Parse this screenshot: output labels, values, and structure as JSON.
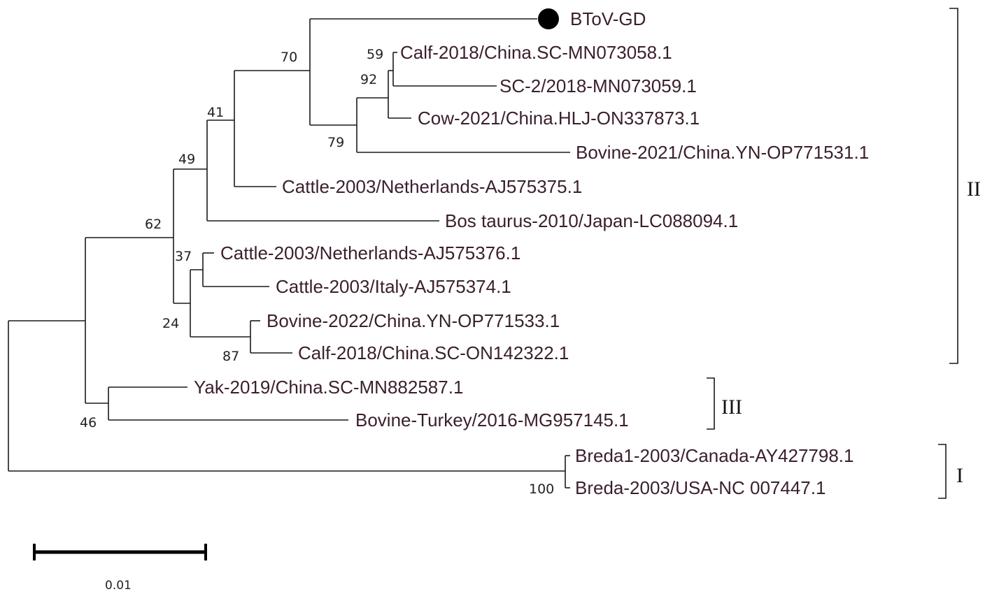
{
  "tree": {
    "line_color": "#1a1a1a",
    "label_color": "#3a1f2e",
    "marker_color": "#000000",
    "leaves": [
      {
        "id": "btov",
        "label": "BToV-GD",
        "marker": "filled-circle"
      },
      {
        "id": "calf1",
        "label": "Calf-2018/China.SC-MN073058.1"
      },
      {
        "id": "sc2",
        "label": "SC-2/2018-MN073059.1"
      },
      {
        "id": "cow",
        "label": "Cow-2021/China.HLJ-ON337873.1"
      },
      {
        "id": "bov21",
        "label": "Bovine-2021/China.YN-OP771531.1"
      },
      {
        "id": "cat375",
        "label": "Cattle-2003/Netherlands-AJ575375.1"
      },
      {
        "id": "bos",
        "label": "Bos taurus-2010/Japan-LC088094.1"
      },
      {
        "id": "cat376",
        "label": "Cattle-2003/Netherlands-AJ575376.1"
      },
      {
        "id": "catit",
        "label": "Cattle-2003/Italy-AJ575374.1"
      },
      {
        "id": "bov22",
        "label": "Bovine-2022/China.YN-OP771533.1"
      },
      {
        "id": "calf2",
        "label": "Calf-2018/China.SC-ON142322.1"
      },
      {
        "id": "yak",
        "label": "Yak-2019/China.SC-MN882587.1"
      },
      {
        "id": "turk",
        "label": "Bovine-Turkey/2016-MG957145.1"
      },
      {
        "id": "breda1",
        "label": "Breda1-2003/Canada-AY427798.1"
      },
      {
        "id": "breda",
        "label": "Breda-2003/USA-NC 007447.1"
      }
    ],
    "bootstrap_values": [
      "70",
      "59",
      "92",
      "79",
      "41",
      "49",
      "62",
      "37",
      "24",
      "87",
      "46",
      "100"
    ],
    "clades": [
      {
        "name": "II",
        "members": [
          "btov",
          "calf1",
          "sc2",
          "cow",
          "bov21",
          "cat375",
          "bos",
          "cat376",
          "catit",
          "bov22",
          "calf2"
        ]
      },
      {
        "name": "III",
        "members": [
          "yak",
          "turk"
        ]
      },
      {
        "name": "I",
        "members": [
          "breda1",
          "breda"
        ]
      }
    ],
    "scale_bar": {
      "label": "0.01"
    }
  }
}
